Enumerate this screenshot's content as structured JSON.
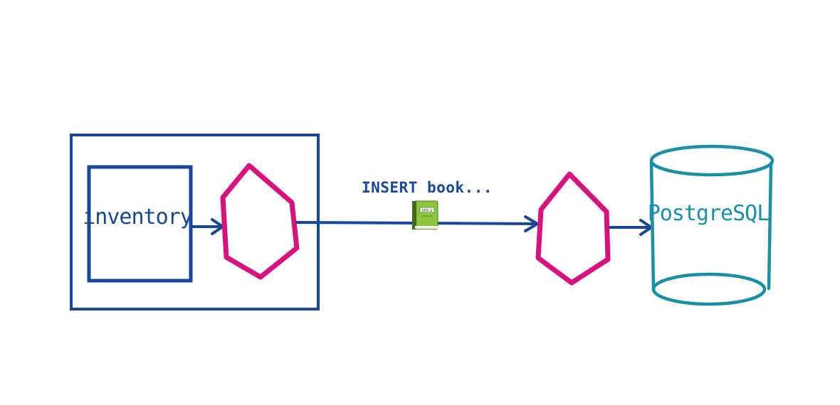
{
  "diagram": {
    "service_label": "inventory",
    "message_label": "INSERT book...",
    "book_label": "VOL.1",
    "database_label": "PostgreSQL"
  },
  "colors": {
    "primary_blue": "#16479A",
    "proxy_magenta": "#D8117F",
    "database_teal": "#1A8FA8",
    "book_green": "#8CC63F"
  },
  "icons": {
    "payload": "book-icon",
    "proxies": "hexagon-icon",
    "database": "database-cylinder-icon"
  }
}
